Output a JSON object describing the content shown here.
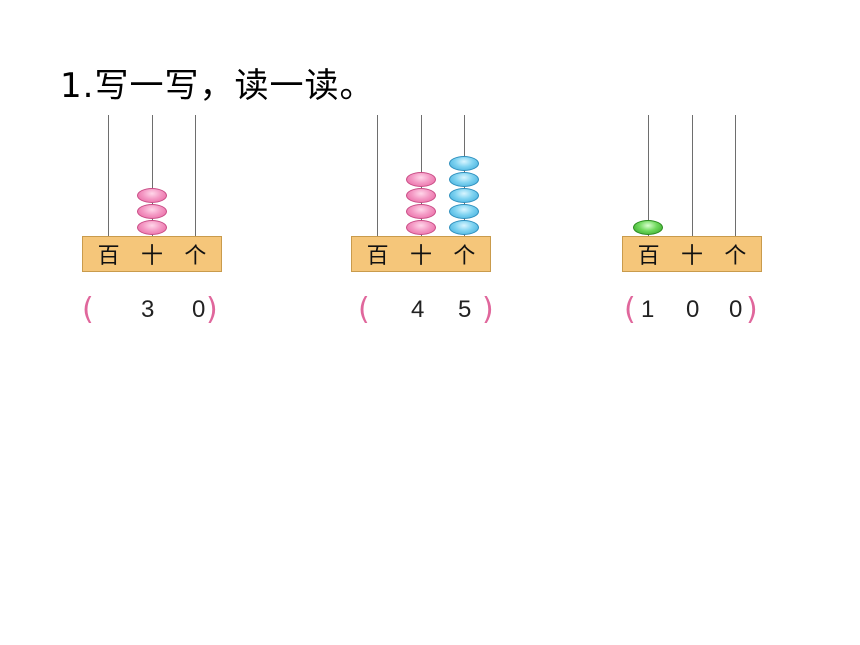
{
  "title": "1.写一写，读一读。",
  "colors": {
    "pink_bead": "#f49ac5",
    "blue_bead": "#7fd3f1",
    "green_bead": "#6fd95c",
    "base": "#f5c67a",
    "paren": "#e0679c"
  },
  "abaci": [
    {
      "places": [
        "百",
        "十",
        "个"
      ],
      "beads": {
        "hundreds": 0,
        "tens": 3,
        "ones": 0
      },
      "answer": {
        "open": "(",
        "digits": [
          "",
          "3",
          "0"
        ],
        "close": ")"
      }
    },
    {
      "places": [
        "百",
        "十",
        "个"
      ],
      "beads": {
        "hundreds": 0,
        "tens": 4,
        "ones": 5
      },
      "answer": {
        "open": "(",
        "digits": [
          "",
          "4",
          "5"
        ],
        "close": ")"
      }
    },
    {
      "places": [
        "百",
        "十",
        "个"
      ],
      "beads": {
        "hundreds": 1,
        "tens": 0,
        "ones": 0
      },
      "answer": {
        "open": "(",
        "digits": [
          "1",
          "0",
          "0"
        ],
        "close": ")"
      }
    }
  ]
}
